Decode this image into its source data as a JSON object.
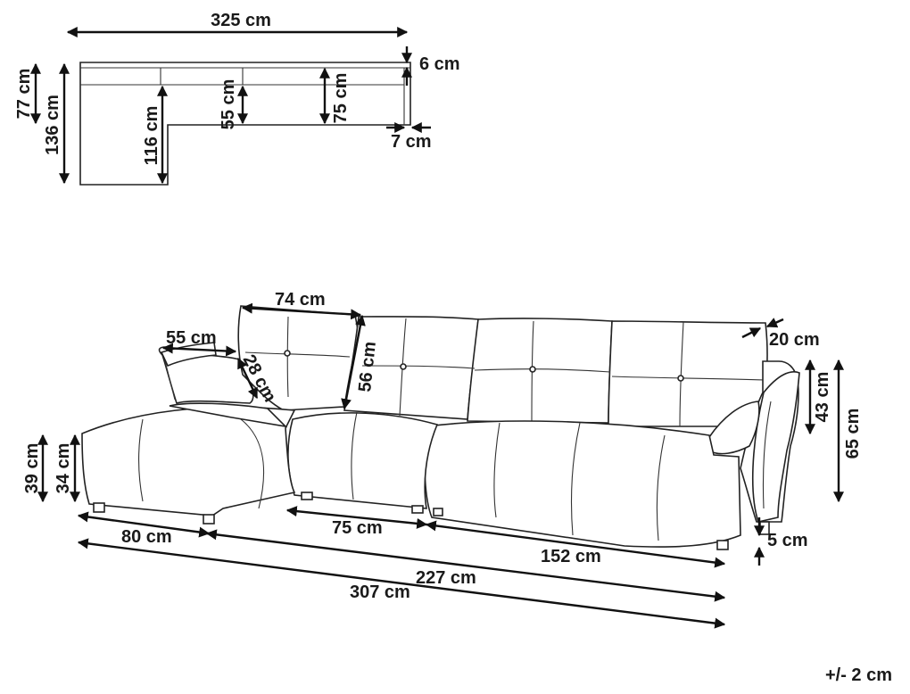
{
  "top_view": {
    "width": "325 cm",
    "depth": "136 cm",
    "back_depth": "77 cm",
    "chaise_depth": "116 cm",
    "seat_depth_a": "55 cm",
    "seat_depth_b": "75 cm",
    "back_thickness": "6 cm",
    "arm_thickness": "7 cm"
  },
  "front_view": {
    "back_cushion_width": "74 cm",
    "pillow_width": "55 cm",
    "pillow_height": "28 cm",
    "back_cushion_height": "56 cm",
    "back_cushion_depth": "20 cm",
    "arm_height": "43 cm",
    "total_height": "65 cm",
    "seat_height": "39 cm",
    "cushion_height": "34 cm",
    "leg_height": "5 cm",
    "chaise_width": "80 cm",
    "middle_width": "75 cm",
    "right_width": "152 cm",
    "sofa_width": "227 cm",
    "total_width": "307 cm"
  },
  "tolerance": "+/- 2 cm",
  "colors": {
    "line": "#111111",
    "background": "#ffffff"
  }
}
